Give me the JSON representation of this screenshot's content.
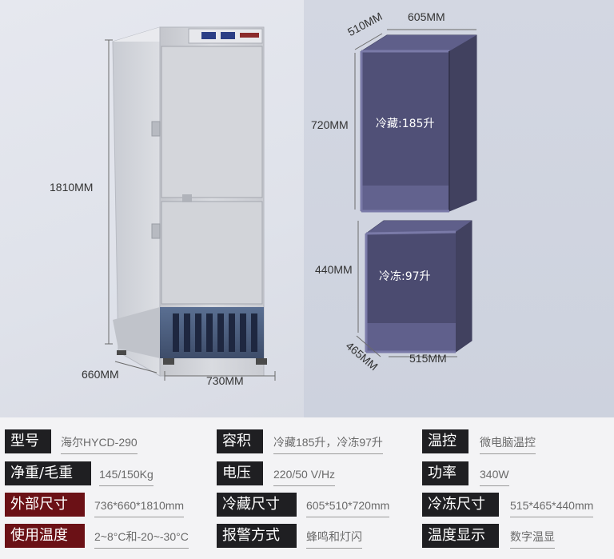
{
  "dimensions": {
    "height_total": "1810MM",
    "depth_outer": "660MM",
    "width_outer": "730MM",
    "top_depth": "510MM",
    "top_width": "605MM",
    "top_height": "720MM",
    "top_label": "冷藏:185升",
    "bottom_height": "440MM",
    "bottom_label": "冷冻:97升",
    "bottom_depth": "465MM",
    "bottom_width": "515MM"
  },
  "specs": [
    [
      {
        "label": "型号",
        "value": "海尔HYCD-290",
        "highlight": false
      },
      {
        "label": "容积",
        "value": "冷藏185升，冷冻97升",
        "highlight": false
      },
      {
        "label": "温控",
        "value": "微电脑温控",
        "highlight": false
      }
    ],
    [
      {
        "label": "净重/毛重",
        "value": "145/150Kg",
        "highlight": false
      },
      {
        "label": "电压",
        "value": "220/50 V/Hz",
        "highlight": false
      },
      {
        "label": "功率",
        "value": "340W",
        "highlight": false
      }
    ],
    [
      {
        "label": "外部尺寸",
        "value": "736*660*1810mm",
        "highlight": true
      },
      {
        "label": "冷藏尺寸",
        "value": "605*510*720mm",
        "highlight": false
      },
      {
        "label": "冷冻尺寸",
        "value": "515*465*440mm",
        "highlight": false
      }
    ],
    [
      {
        "label": "使用温度",
        "value": "2~8°C和-20~-30°C",
        "highlight": true
      },
      {
        "label": "报警方式",
        "value": "蜂鸣和灯闪",
        "highlight": false
      },
      {
        "label": "温度显示",
        "value": "数字温显",
        "highlight": false
      }
    ]
  ],
  "colors": {
    "label_bg": "#1f1f22",
    "label_highlight_bg": "#6b1116",
    "box_face": "#4a4a6e",
    "box_inner": "#5f5f8a"
  }
}
